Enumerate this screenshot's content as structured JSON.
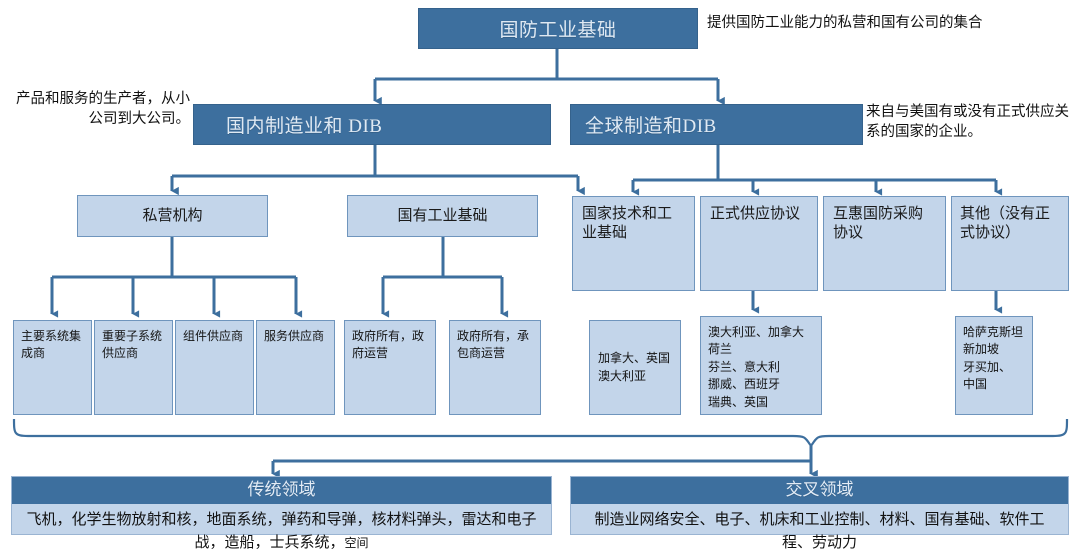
{
  "diagram": {
    "title_box": {
      "label": "国防工业基础"
    },
    "notes": {
      "top_right": "提供国防工业能力的私营和国有公司的集合",
      "left_mid": "产品和服务的生产者，从小公司到大公司。",
      "right_mid": "来自与美国有或没有正式供应关系的国家的企业。"
    },
    "level2": [
      {
        "label": "国内制造业和 DIB"
      },
      {
        "label": "全球制造和DIB"
      }
    ],
    "level3_domestic": [
      {
        "label": "私营机构"
      },
      {
        "label": "国有工业基础"
      }
    ],
    "level3_global": [
      {
        "label": "国家技术和工业基础"
      },
      {
        "label": "正式供应协议"
      },
      {
        "label": "互惠国防采购协议"
      },
      {
        "label": "其他（没有正式协议）"
      }
    ],
    "leaves_private": [
      {
        "label": "主要系统集成商"
      },
      {
        "label": "重要子系统供应商"
      },
      {
        "label": "组件供应商"
      },
      {
        "label": "服务供应商"
      }
    ],
    "leaves_state": [
      {
        "label": "政府所有，政府运营"
      },
      {
        "label": "政府所有，承包商运营"
      }
    ],
    "leaves_global": [
      {
        "label": "加拿大、英国澳大利亚"
      },
      {
        "label": "澳大利亚、加拿大\n荷兰\n芬兰、意大利\n挪威、西班牙\n瑞典、英国"
      },
      {
        "label": "哈萨克斯坦\n新加坡\n牙买加、\n中国"
      }
    ],
    "bottom_panels": [
      {
        "header": "传统领域",
        "body": "飞机，化学生物放射和核，地面系统，弹药和导弹，核材料弹头，雷达和电子战，造船，士兵系统，",
        "body_small": "空间"
      },
      {
        "header": "交叉领域",
        "body": "制造业网络安全、电子、机床和工业控制、材料、国有基础、软件工程、劳动力",
        "body_small": ""
      }
    ],
    "colors": {
      "dark_fill": "#3d6f9e",
      "light_fill": "#c3d5ea",
      "stroke": "#6f95bd",
      "connector": "#3d6f9e"
    }
  }
}
